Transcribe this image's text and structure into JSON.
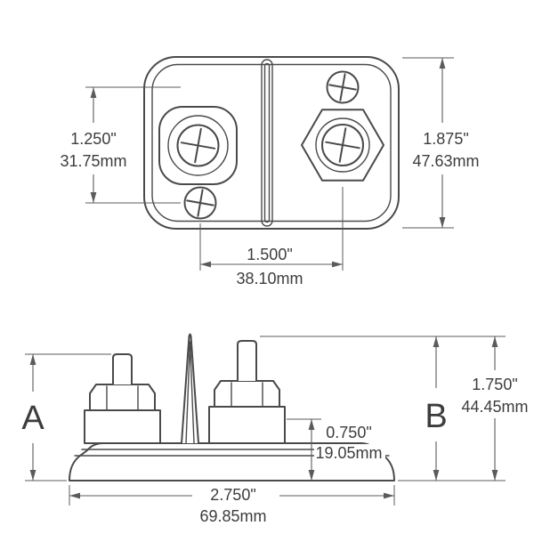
{
  "top_view": {
    "dim_vertical_inner": {
      "in": "1.250\"",
      "mm": "31.75mm"
    },
    "dim_vertical_overall": {
      "in": "1.875\"",
      "mm": "47.63mm"
    },
    "dim_horizontal_centers": {
      "in": "1.500\"",
      "mm": "38.10mm"
    }
  },
  "side_view": {
    "ref_a": "A",
    "ref_b": "B",
    "dim_height_b": {
      "in": "1.750\"",
      "mm": "44.45mm"
    },
    "dim_height_base": {
      "in": "0.750\"",
      "mm": "19.05mm"
    },
    "dim_width_overall": {
      "in": "2.750\"",
      "mm": "69.85mm"
    }
  },
  "colors": {
    "part_line": "#4a4a4c",
    "dimension_line": "#5b5b5d",
    "text": "#3d3d3f",
    "background": "#ffffff"
  }
}
